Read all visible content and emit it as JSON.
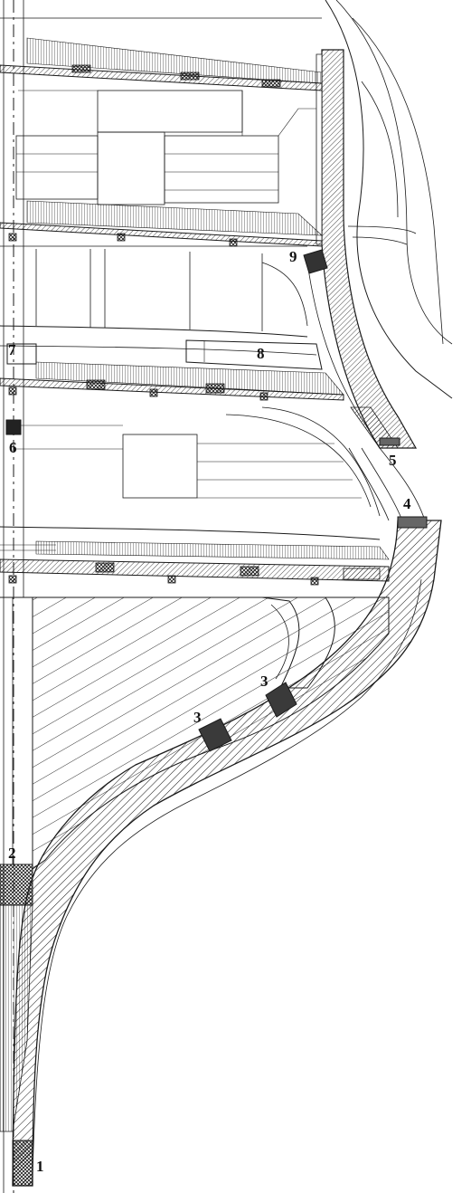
{
  "diagram": {
    "labels": {
      "l1": "1",
      "l2": "2",
      "l3a": "3",
      "l3b": "3",
      "l4": "4",
      "l5": "5",
      "l6": "6",
      "l7": "7",
      "l8": "8",
      "l9": "9"
    },
    "colors": {
      "ink": "#1a1a1a",
      "paper": "#ffffff",
      "dark_fill": "#222222",
      "mid_fill": "#555555"
    }
  }
}
